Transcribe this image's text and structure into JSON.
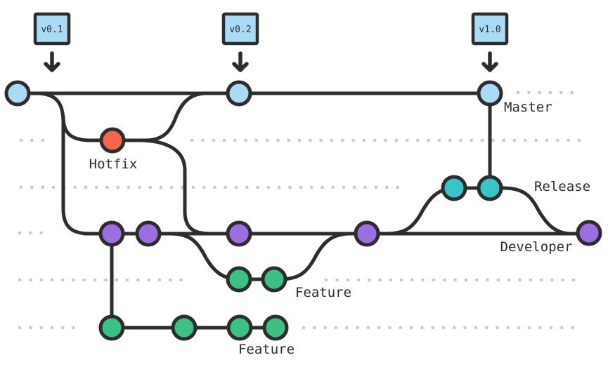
{
  "colors": {
    "background": "#ffffff",
    "line": "#2d2d2d",
    "dot": "#c9c9c9",
    "text": "#2d2d2d",
    "master": "#a9daf6",
    "hotfix": "#f4674d",
    "release": "#38c4c8",
    "developer": "#9c6ee2",
    "feature": "#3cc184",
    "tag_fill": "#a9daf6"
  },
  "version_tags": [
    {
      "label": "v0.1"
    },
    {
      "label": "v0.2"
    },
    {
      "label": "v1.0"
    }
  ],
  "branch_labels": {
    "master": "Master",
    "hotfix": "Hotfix",
    "release": "Release",
    "developer": "Developer",
    "feature_top": "Feature",
    "feature_bottom": "Feature"
  },
  "branches": [
    {
      "label": "Master",
      "commit_count": 3
    },
    {
      "label": "Hotfix",
      "commit_count": 1
    },
    {
      "label": "Release",
      "commit_count": 2
    },
    {
      "label": "Developer",
      "commit_count": 5
    },
    {
      "label": "Feature",
      "commit_count": 2
    },
    {
      "label": "Feature",
      "commit_count": 4
    }
  ]
}
